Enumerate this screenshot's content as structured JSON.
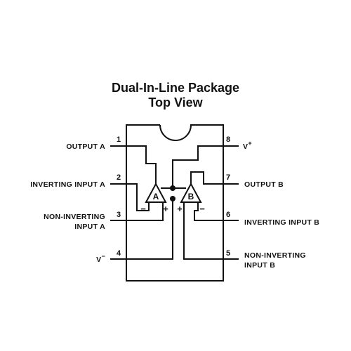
{
  "title": {
    "line1": "Dual-In-Line Package",
    "line2": "Top View"
  },
  "pins": [
    {
      "number": "1",
      "label": "OUTPUT A"
    },
    {
      "number": "2",
      "label": "INVERTING INPUT A"
    },
    {
      "number": "3",
      "label_line1": "NON-INVERTING",
      "label_line2": "INPUT A"
    },
    {
      "number": "4",
      "label": "V",
      "sup": "−"
    },
    {
      "number": "5",
      "label_line1": "NON-INVERTING",
      "label_line2": "INPUT B"
    },
    {
      "number": "6",
      "label": "INVERTING INPUT B"
    },
    {
      "number": "7",
      "label": "OUTPUT B"
    },
    {
      "number": "8",
      "label": "V",
      "sup": "+"
    }
  ],
  "amplifiers": [
    {
      "name": "A",
      "inv_sign": "−",
      "noninv_sign": "+"
    },
    {
      "name": "B",
      "inv_sign": "−",
      "noninv_sign": "+"
    }
  ]
}
